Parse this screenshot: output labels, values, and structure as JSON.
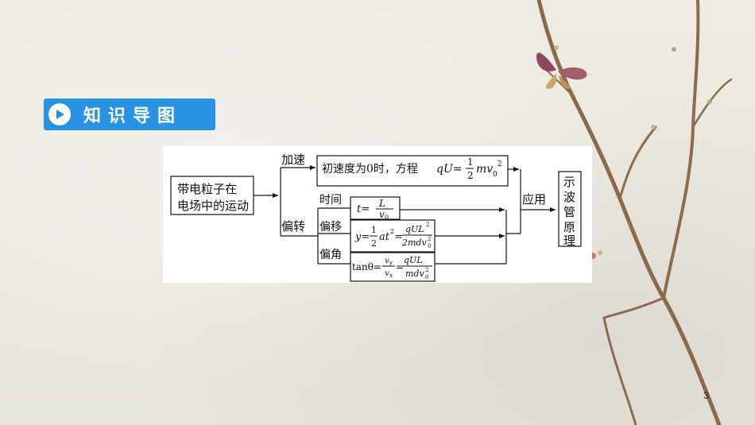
{
  "header": {
    "title": "知识导图"
  },
  "diagram": {
    "start_line1": "带电粒子在",
    "start_line2": "电场中的运动",
    "branch_accelerate": "加速",
    "branch_deflect": "偏转",
    "accelerate_text": "初速度为0时，方程",
    "accelerate_formula": "qU=",
    "accelerate_frac_num": "1",
    "accelerate_frac_den": "2",
    "accelerate_tail": "mv",
    "accelerate_sub": "0",
    "accelerate_sup": "2",
    "time_label": "时间",
    "time_formula_lhs": "t=",
    "time_frac_num": "L",
    "time_frac_den": "v",
    "time_frac_den_sub": "0",
    "displacement_label": "偏移",
    "disp_lhs": "y=",
    "disp_frac1_num": "1",
    "disp_frac1_den": "2",
    "disp_mid": "at",
    "disp_mid_sup": "2",
    "disp_eq": "=",
    "disp_frac2_num": "qUL",
    "disp_frac2_num_sup": "2",
    "disp_frac2_den": "2mdv",
    "disp_frac2_den_sub": "0",
    "disp_frac2_den_sup": "2",
    "angle_label": "偏角",
    "angle_lhs": "tanθ=",
    "angle_frac1_num": "v",
    "angle_frac1_num_sub": "y",
    "angle_frac1_den": "v",
    "angle_frac1_den_sub": "x",
    "angle_eq": "=",
    "angle_frac2_num": "qUL",
    "angle_frac2_den": "mdv",
    "angle_frac2_den_sub": "0",
    "angle_frac2_den_sup": "2",
    "apply_label": "应用",
    "result_chars": [
      "示",
      "波",
      "管",
      "原",
      "理"
    ]
  },
  "footer": {
    "page_number": "3"
  }
}
